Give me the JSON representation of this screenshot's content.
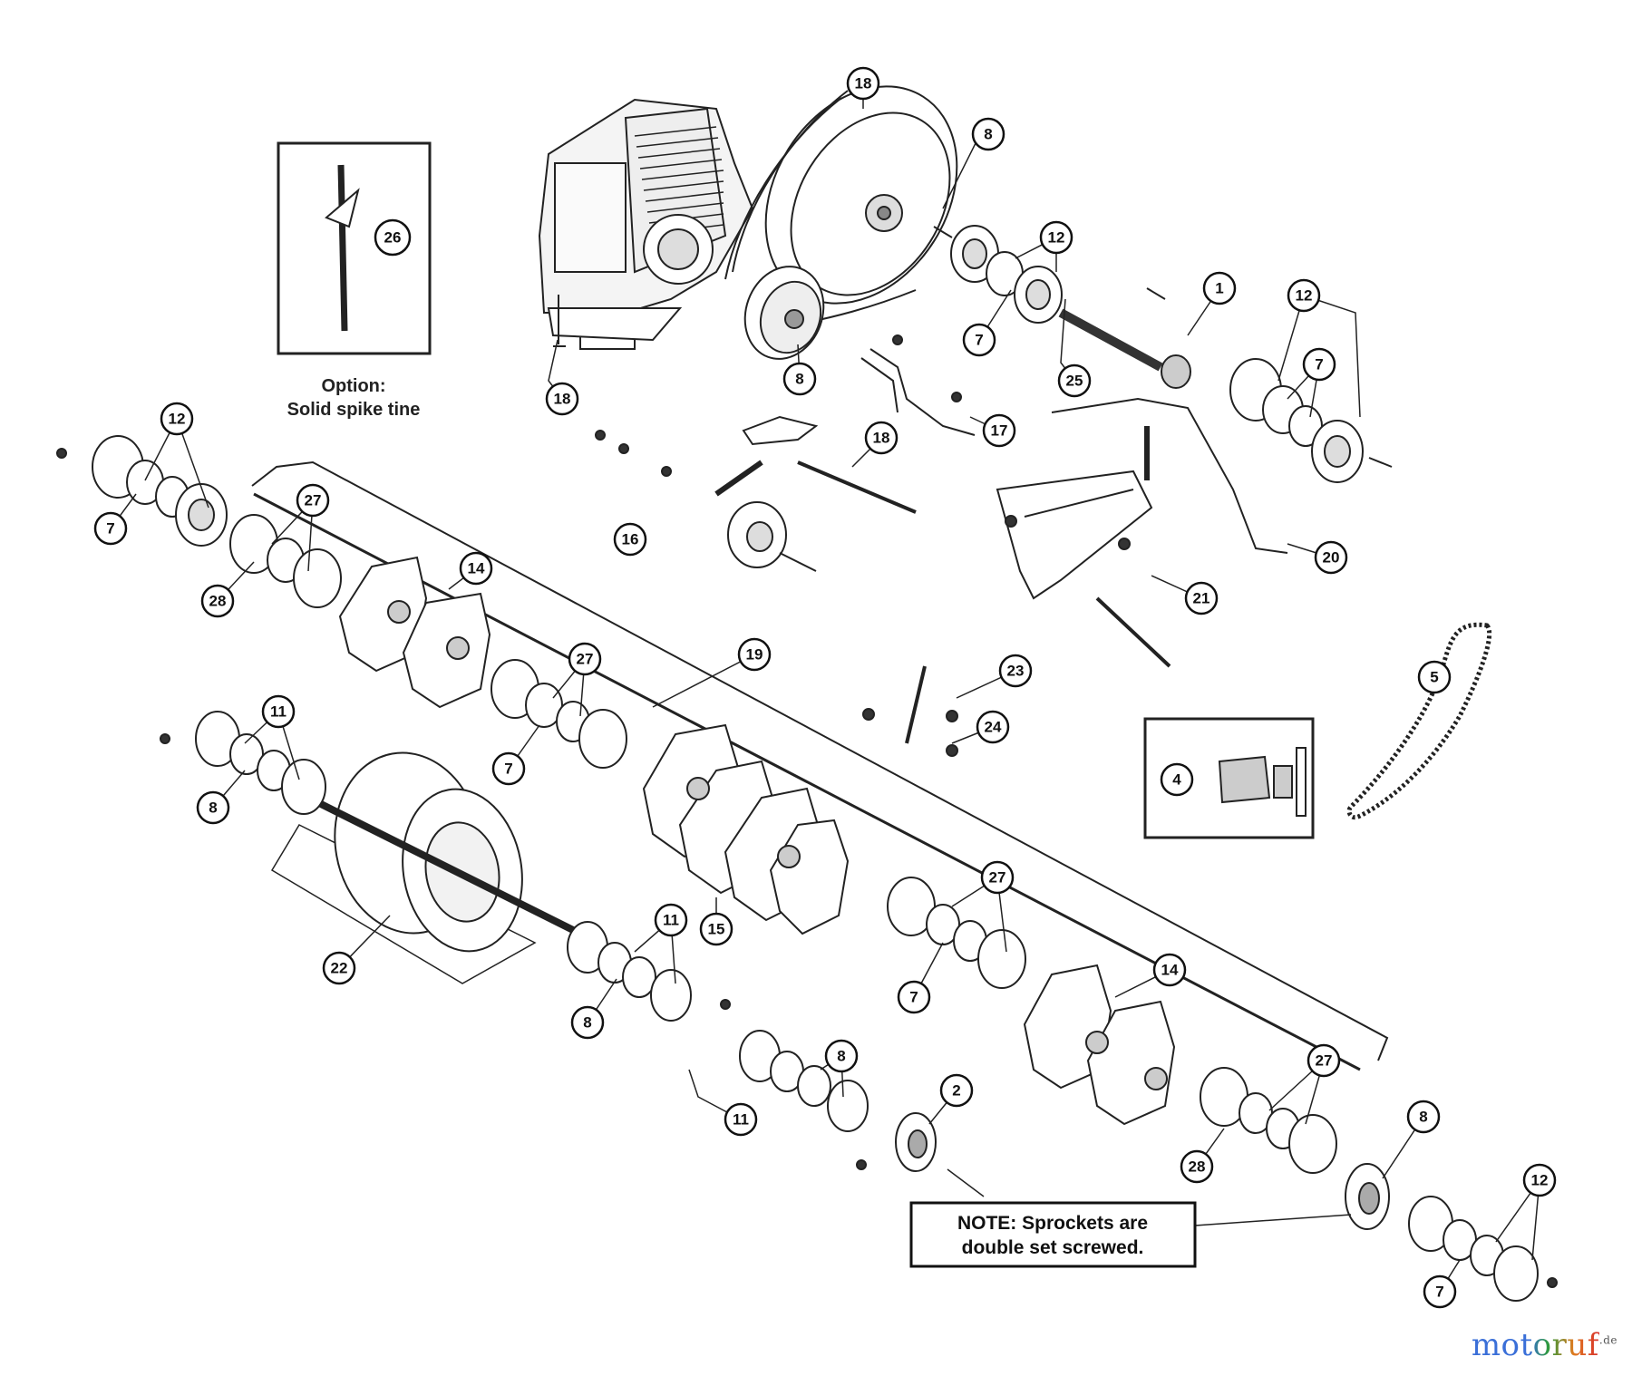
{
  "diagram": {
    "callouts": {
      "c1": "18",
      "c2": "8",
      "c3": "12",
      "c4": "1",
      "c5": "12",
      "c6": "7",
      "c7": "7",
      "c8": "8",
      "c9": "18",
      "c10": "25",
      "c11": "17",
      "c12": "18",
      "c13": "16",
      "c14": "21",
      "c15": "20",
      "c16": "12",
      "c17": "7",
      "c18": "27",
      "c19": "28",
      "c20": "14",
      "c21": "27",
      "c22": "7",
      "c23": "19",
      "c24": "23",
      "c25": "24",
      "c26": "5",
      "c27": "4",
      "c28": "11",
      "c29": "8",
      "c30": "22",
      "c31": "11",
      "c32": "8",
      "c33": "15",
      "c34": "27",
      "c35": "7",
      "c36": "14",
      "c37": "8",
      "c38": "11",
      "c39": "2",
      "c40": "27",
      "c41": "28",
      "c42": "8",
      "c43": "12",
      "c44": "7",
      "c45": "26"
    },
    "option_box": {
      "line1": "Option:",
      "line2": "Solid spike tine"
    },
    "note": {
      "line1": "NOTE: Sprockets are",
      "line2": "double set screwed."
    }
  },
  "watermark": {
    "text": "motoruf",
    "suffix": ".de"
  }
}
